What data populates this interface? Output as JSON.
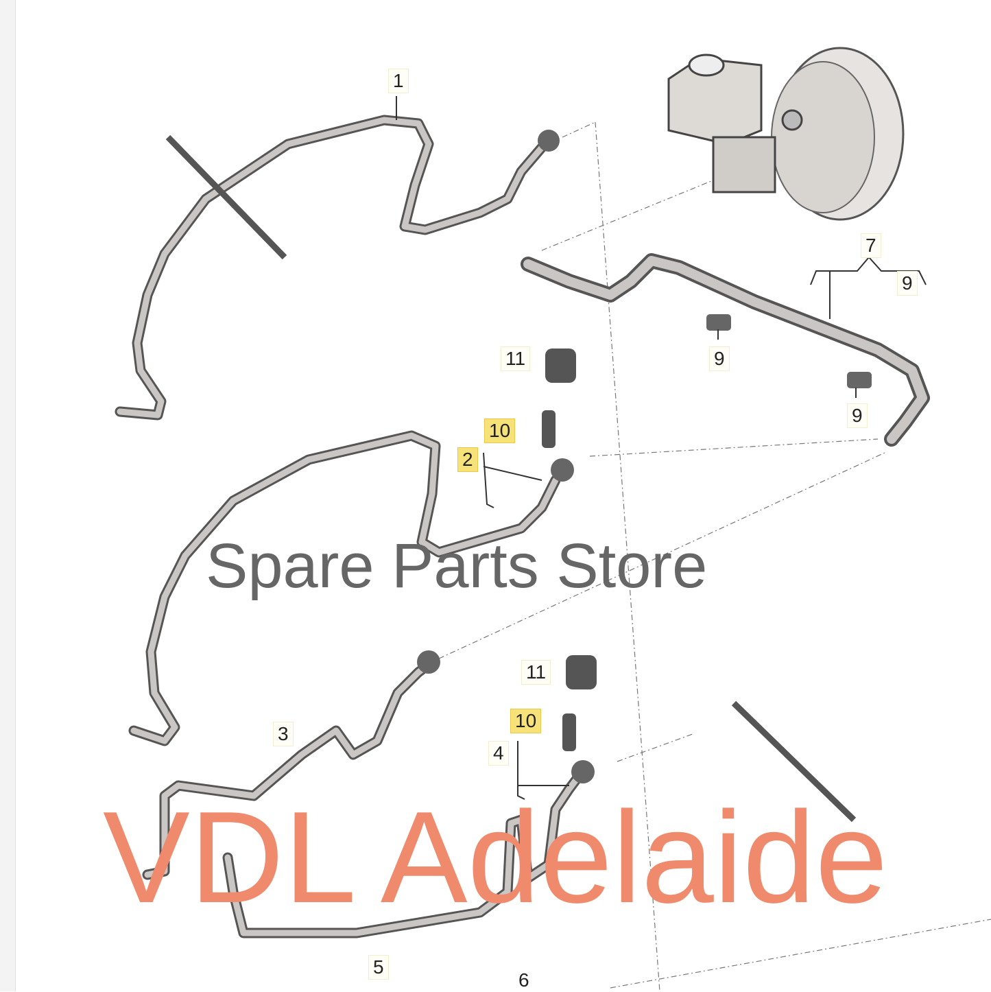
{
  "diagram": {
    "callouts": [
      {
        "id": "c1",
        "text": "1",
        "highlight": false
      },
      {
        "id": "c7",
        "text": "7",
        "highlight": false
      },
      {
        "id": "c9a",
        "text": "9",
        "highlight": false
      },
      {
        "id": "c9b",
        "text": "9",
        "highlight": false
      },
      {
        "id": "c9c",
        "text": "9",
        "highlight": false
      },
      {
        "id": "c11a",
        "text": "11",
        "highlight": false
      },
      {
        "id": "c10a",
        "text": "10",
        "highlight": true
      },
      {
        "id": "c2",
        "text": "2",
        "highlight": true
      },
      {
        "id": "c11b",
        "text": "11",
        "highlight": false
      },
      {
        "id": "c10b",
        "text": "10",
        "highlight": true
      },
      {
        "id": "c4",
        "text": "4",
        "highlight": false
      },
      {
        "id": "c3",
        "text": "3",
        "highlight": false
      },
      {
        "id": "c5",
        "text": "5",
        "highlight": false
      },
      {
        "id": "c6",
        "text": "6",
        "highlight": false
      }
    ],
    "colors": {
      "highlight": "#f7e27a",
      "hose": "#555555",
      "watermark_primary": "#ef8a6c",
      "watermark_secondary": "#666666"
    }
  },
  "watermark": {
    "line1": "VDL Adelaide",
    "line2": "Spare Parts Store"
  }
}
